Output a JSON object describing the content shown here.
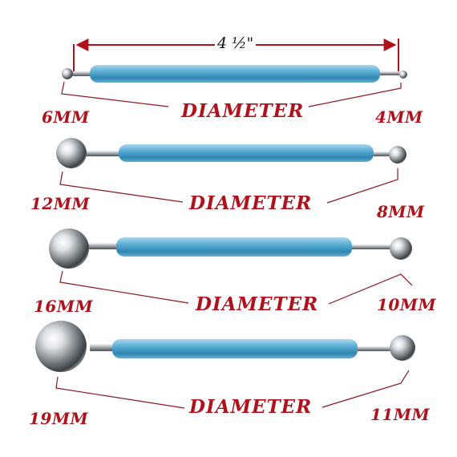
{
  "length_label": "4 ½\"",
  "diameter_word": "DIAMETER",
  "tools": [
    {
      "left_size": "6MM",
      "right_size": "4MM"
    },
    {
      "left_size": "12MM",
      "right_size": "8MM"
    },
    {
      "left_size": "16MM",
      "right_size": "10MM"
    },
    {
      "left_size": "19MM",
      "right_size": "11MM"
    }
  ],
  "colors": {
    "label_red": "#b0121b",
    "handle_blue": "#5aaad0",
    "callout_line": "#8a1820"
  }
}
